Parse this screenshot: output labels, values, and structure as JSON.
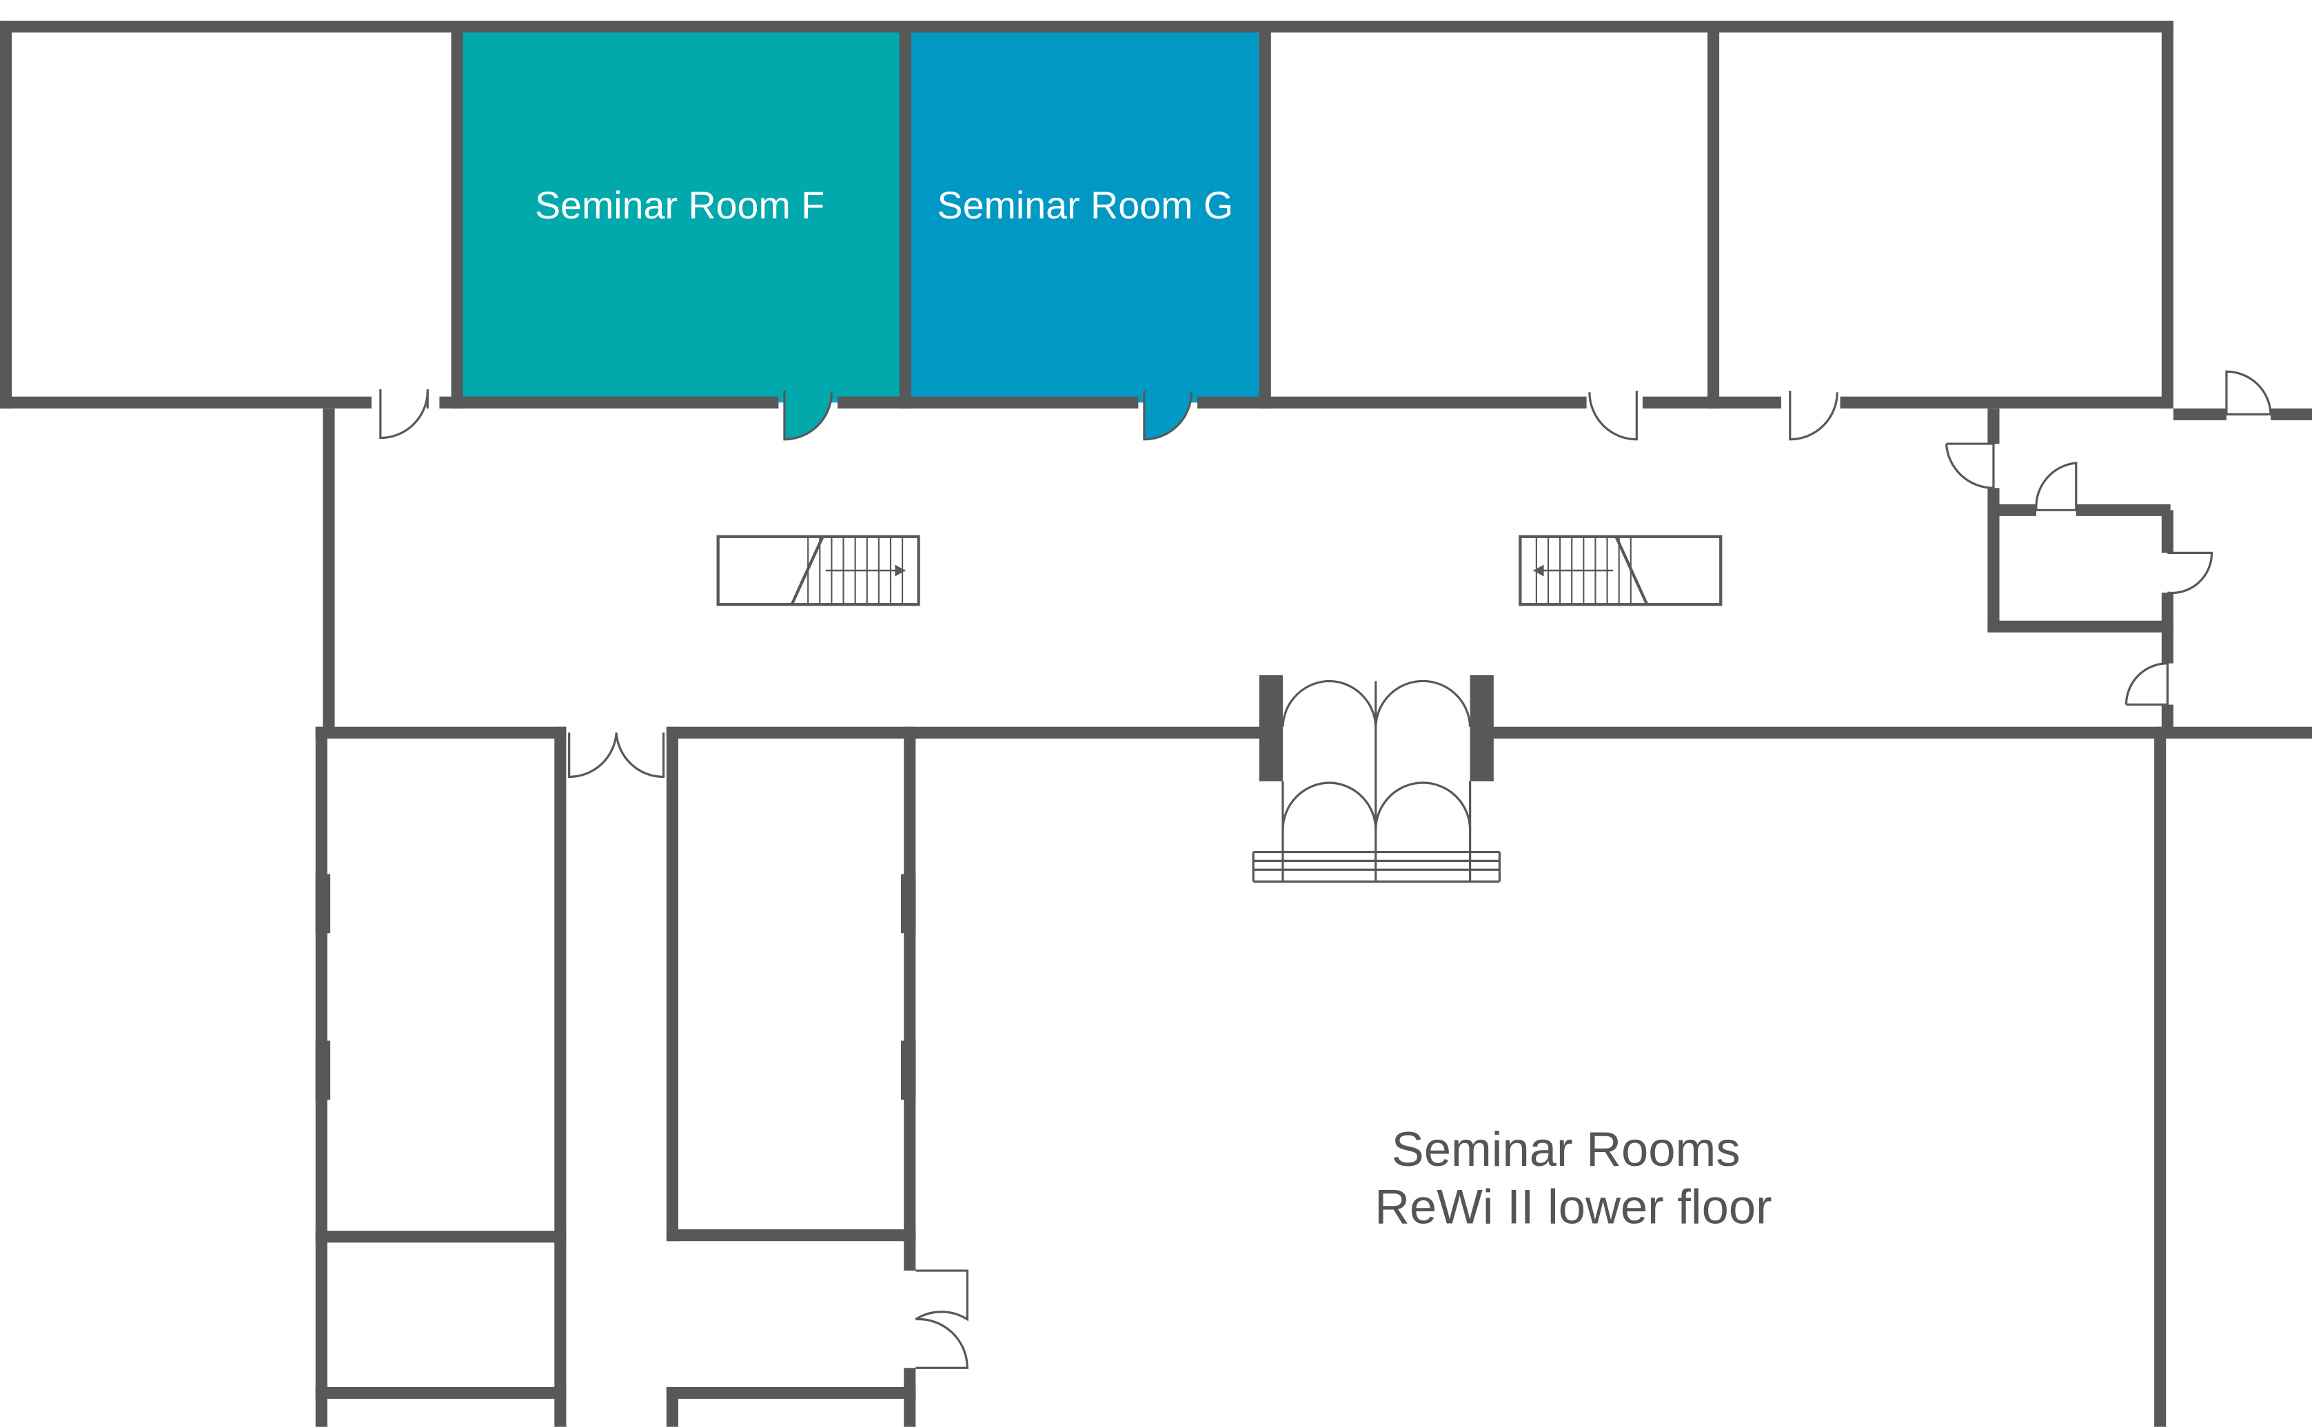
{
  "rooms": {
    "seminar_room_f": {
      "label": "Seminar Room F",
      "color": "#01a9ac"
    },
    "seminar_room_g": {
      "label": "Seminar Room G",
      "color": "#0198c4"
    }
  },
  "title": {
    "line1": "Seminar Rooms",
    "line2": "ReWi II lower floor"
  },
  "colors": {
    "wall": "#585858",
    "background": "#ffffff",
    "title_text": "#555555"
  }
}
